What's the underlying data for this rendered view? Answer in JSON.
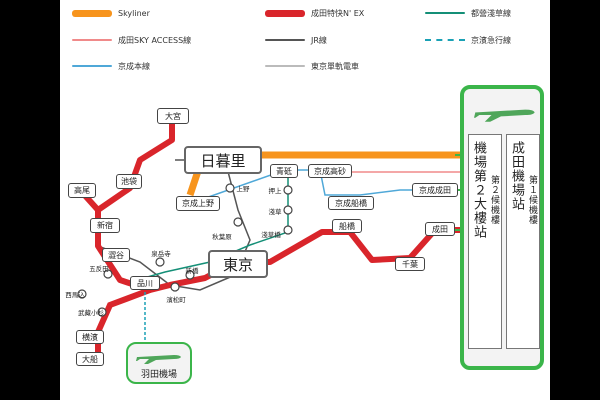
{
  "legend": [
    {
      "label": "Skyliner",
      "color": "#f7941d",
      "thick": 7
    },
    {
      "label": "成田特快N' EX",
      "color": "#d9252b",
      "thick": 7
    },
    {
      "label": "都營淺草線",
      "color": "#148f77",
      "thick": 2
    },
    {
      "label": "成田SKY ACCESS線",
      "color": "#f08a8a",
      "thick": 2
    },
    {
      "label": "JR線",
      "color": "#555555",
      "thick": 2
    },
    {
      "label": "京濱急行線",
      "color": "#1aa1b5",
      "thick": 2,
      "dashed": true
    },
    {
      "label": "京成本線",
      "color": "#4fa8d8",
      "thick": 2
    },
    {
      "label": "東京單軌電車",
      "color": "#bbbbbb",
      "thick": 2
    }
  ],
  "stations": {
    "omiya": "大宮",
    "nippori": "日暮里",
    "ikebukuro": "池袋",
    "takao": "高尾",
    "shinjuku": "新宿",
    "ueno": "上野",
    "keisei_ueno": "京成上野",
    "akihabara": "秋葉原",
    "aoto": "青砥",
    "keisei_takasago": "京成高砂",
    "oshiage": "押上",
    "asakusa": "淺草",
    "asakusabashi": "淺草橋",
    "keisei_funabashi": "京成船橋",
    "funabashi": "船橋",
    "keisei_narita": "京成成田",
    "narita": "成田",
    "chiba": "千葉",
    "tokyo": "東京",
    "shibuya": "澀谷",
    "gotanda": "五反田",
    "sengakuji": "泉岳寺",
    "shinbashi": "新橋",
    "shinagawa": "品川",
    "hamamatsucho": "濱松町",
    "nishi_magome": "西馬込",
    "musashi_kosugi": "武藏小杉",
    "yokohama": "横濱",
    "ofuna": "大船"
  },
  "airports": {
    "narita_t2": "機場第２大樓站",
    "narita_t2_sub": "第２候機樓",
    "narita_t1": "成田機場站",
    "narita_t1_sub": "第１候機樓",
    "haneda": "羽田機場"
  },
  "colors": {
    "airport_green": "#3bb54a",
    "orange": "#f7941d",
    "red": "#d9252b"
  }
}
